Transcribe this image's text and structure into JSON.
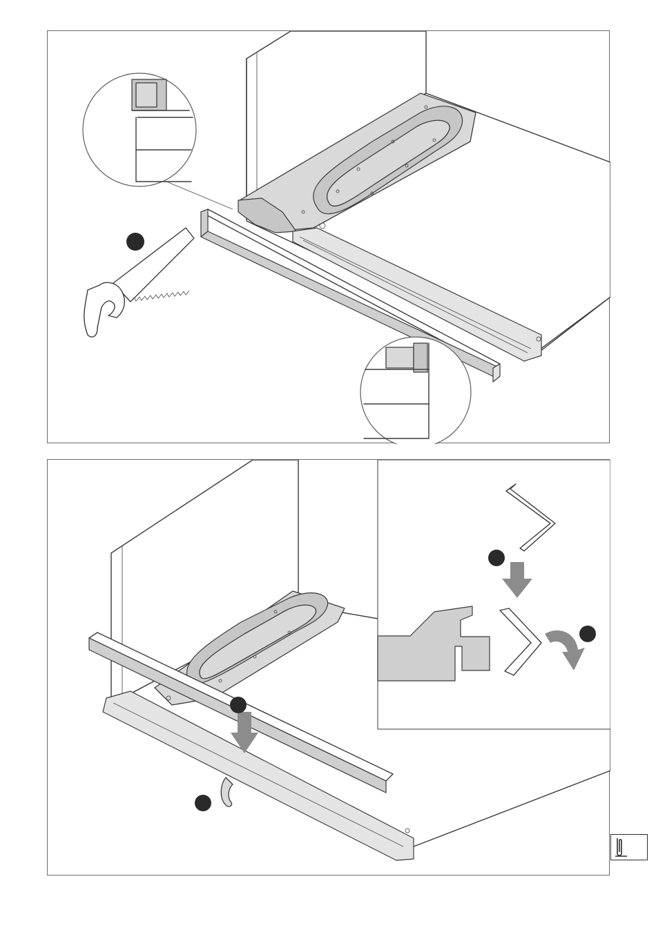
{
  "figure": {
    "panels": [
      {
        "id": "top",
        "step_markers": 1,
        "tools": [
          "saw-icon"
        ],
        "detail_views": 2
      },
      {
        "id": "bottom",
        "step_markers": 4,
        "detail_views": 1
      }
    ]
  },
  "page_tab": {
    "icon": "document-clip-icon"
  },
  "colors": {
    "line": "#3a3a3a",
    "metal": "#d9d9d9",
    "arrow": "#8c8c8c",
    "marker": "#2a2a2a"
  }
}
